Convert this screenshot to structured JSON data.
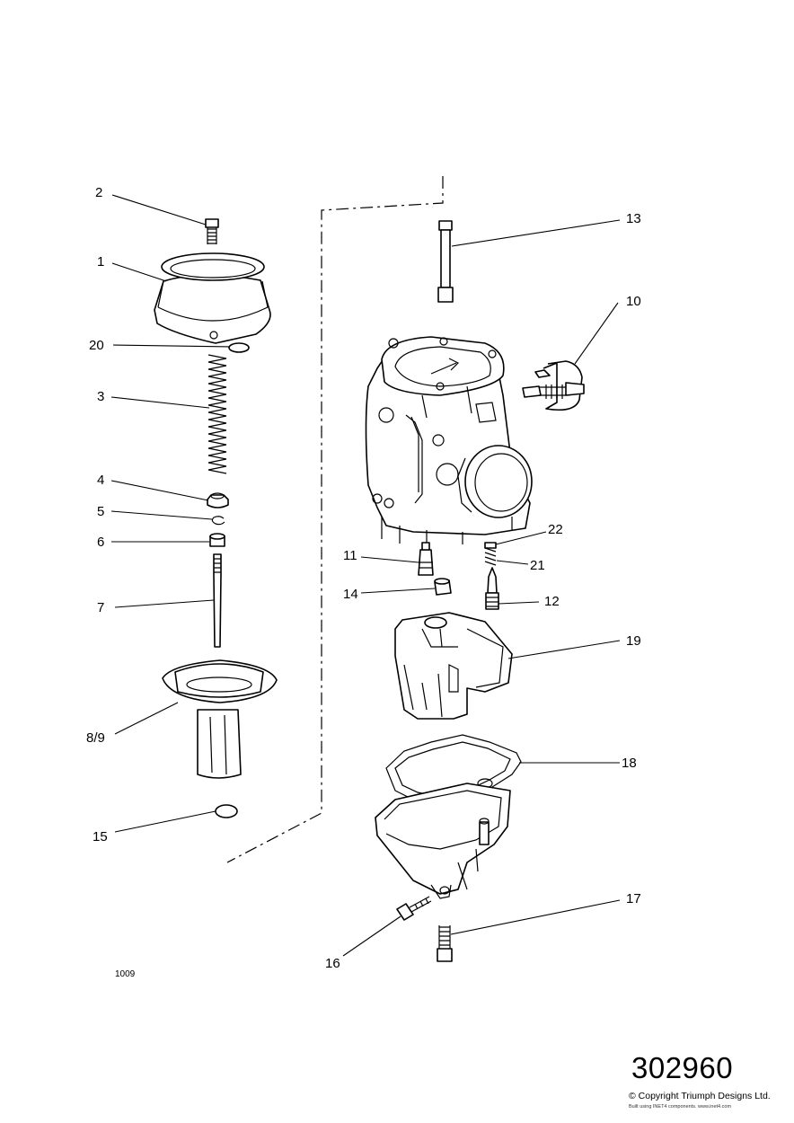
{
  "diagram": {
    "callouts": [
      "1",
      "2",
      "3",
      "4",
      "5",
      "6",
      "7",
      "8/9",
      "10",
      "11",
      "12",
      "13",
      "14",
      "15",
      "16",
      "17",
      "18",
      "19",
      "20",
      "21",
      "22"
    ],
    "figure_code": "1009"
  },
  "footer": {
    "drawing_number": "302960",
    "copyright": "© Copyright Triumph Designs Ltd.",
    "fineprint": "Built using INET4 components. www.inet4.com"
  }
}
